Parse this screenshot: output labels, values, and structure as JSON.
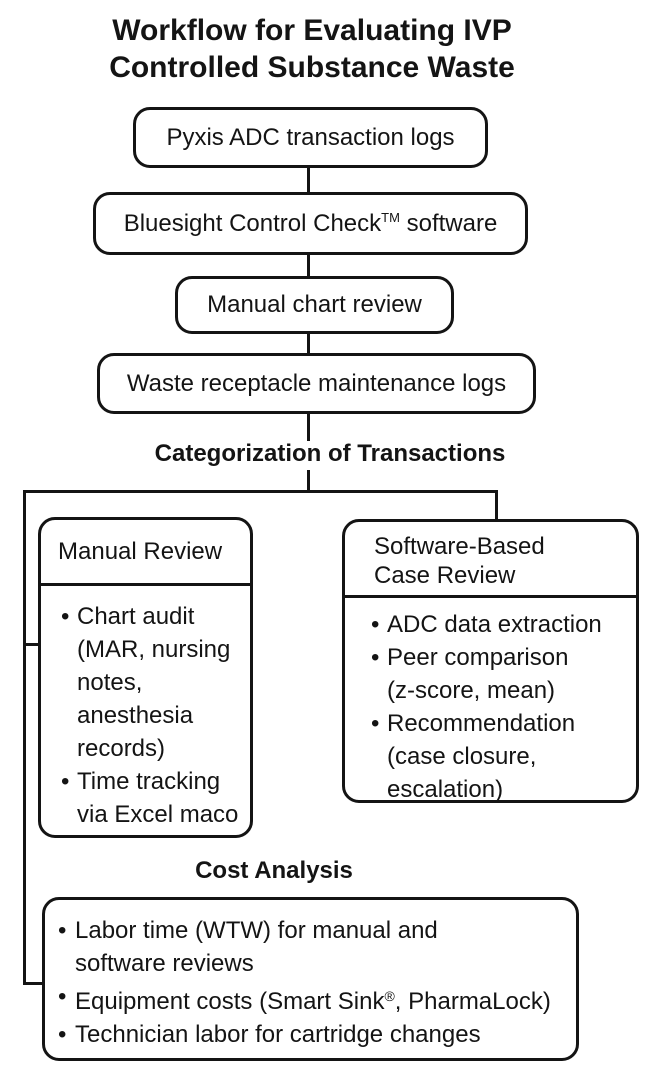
{
  "title": "Workflow for Evaluating IVP\nControlled Substance Waste",
  "glyphs": {
    "bullet": "•"
  },
  "pipeline": {
    "box1": "Pyxis ADC transaction logs",
    "box2": {
      "before": "Bluesight Control Check",
      "sup": "TM",
      "after": " software"
    },
    "box3": "Manual chart review",
    "box4": "Waste receptacle maintenance logs"
  },
  "categorization": {
    "label": "Categorization of Transactions",
    "manual": {
      "header": "Manual Review",
      "items": [
        "Chart audit\n(MAR, nursing\nnotes,\nanesthesia\nrecords)",
        "Time tracking\nvia Excel maco"
      ]
    },
    "software": {
      "header": "Software-Based\nCase Review",
      "items": [
        "ADC data extraction",
        "Peer comparison\n(z-score, mean)",
        "Recommendation\n(case closure,\nescalation)"
      ]
    }
  },
  "cost": {
    "label": "Cost Analysis",
    "items": {
      "labor": "Labor time (WTW) for manual and\nsoftware reviews",
      "equipment": {
        "before": "Equipment costs (Smart Sink",
        "sup": "®",
        "after": ", PharmaLock)"
      },
      "technician": "Technician labor for cartridge changes"
    }
  }
}
